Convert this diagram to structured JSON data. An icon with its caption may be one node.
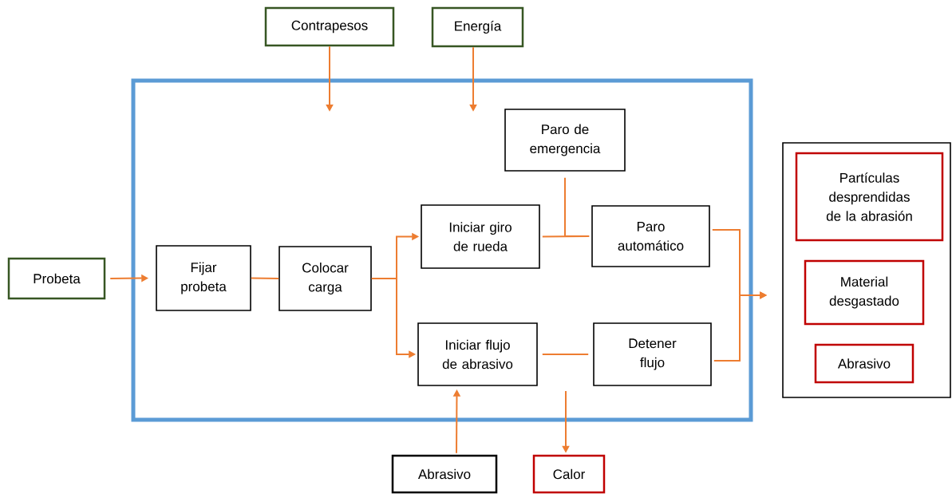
{
  "diagram": {
    "nodes": [
      {
        "text": [
          "Contrapesos"
        ]
      },
      {
        "text": [
          "Energía"
        ]
      },
      {
        "text": [
          "Probeta"
        ]
      },
      {
        "text": [],
        "shape": "box"
      },
      {
        "text": [
          "Fijar probeta"
        ],
        "in": 3
      },
      {
        "text": [
          "Colocar carga"
        ],
        "in": 3
      },
      {
        "text": [
          "Paro de emergencia"
        ],
        "in": 3
      },
      {
        "text": [
          "Iniciar giro de rueda"
        ],
        "in": 3
      },
      {
        "text": [
          "Paro automático"
        ],
        "in": 3
      },
      {
        "text": [
          "Iniciar flujo de abrasivo"
        ],
        "in": 3
      },
      {
        "text": [
          "Detener flujo"
        ],
        "in": 3
      },
      {
        "text": [],
        "shape": "box"
      },
      {
        "text": [
          "Partículas desprendidas de la abrasión"
        ],
        "in": 11
      },
      {
        "text": [
          "Material desgastado"
        ],
        "in": 11
      },
      {
        "text": [
          "Abrasivo"
        ],
        "in": 11
      },
      {
        "text": [
          "Abrasivo"
        ]
      },
      {
        "text": [
          "Calor"
        ]
      }
    ],
    "edges": [
      {
        "from": 0,
        "to": null,
        "arrow": "to"
      },
      {
        "from": 1,
        "to": null,
        "arrow": "to"
      },
      {
        "from": 2,
        "to": 4,
        "arrow": "to"
      },
      {
        "from": 4,
        "to": 5,
        "arrow": "none"
      },
      {
        "from": 5,
        "to": 7,
        "arrow": "to"
      },
      {
        "from": 5,
        "to": 9,
        "arrow": "to"
      },
      {
        "from": 7,
        "to": 8,
        "arrow": "none"
      },
      {
        "from": 6,
        "to": 8,
        "arrow": "none"
      },
      {
        "from": 9,
        "to": 10,
        "arrow": "none"
      },
      {
        "from": 8,
        "to": 11,
        "arrow": "to"
      },
      {
        "from": 10,
        "to": 11,
        "arrow": "to"
      },
      {
        "from": 15,
        "to": 9,
        "arrow": "to"
      },
      {
        "from": null,
        "to": 16,
        "arrow": "to"
      }
    ]
  }
}
